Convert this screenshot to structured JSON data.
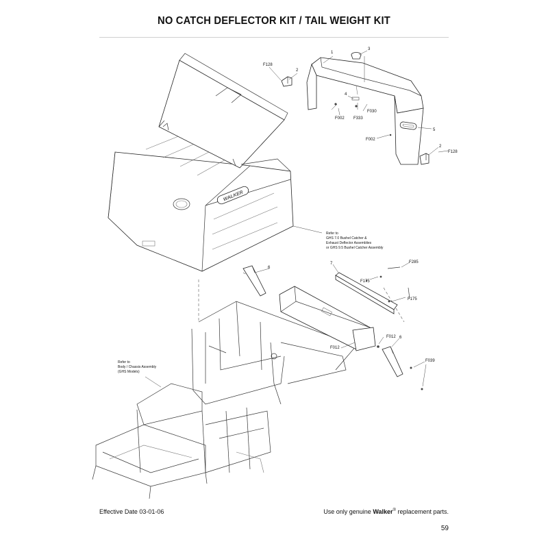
{
  "page": {
    "title": "NO CATCH DEFLECTOR KIT / TAIL WEIGHT KIT",
    "effective_date": "Effective Date 03-01-06",
    "footer_prefix": "Use only genuine",
    "brand": "Walker",
    "registered": "®",
    "footer_suffix": "replacement parts.",
    "page_number": "59"
  },
  "catcher": {
    "logo": "WALKER"
  },
  "notes": {
    "catcher_ref": [
      "Refer to",
      "GHS 7.0 Bushel Catcher &",
      "Exhaust Deflector Assemblies",
      "or GHS 9.5 Bushel Catcher Assembly"
    ],
    "chassis_ref": [
      "Refer to",
      "Body / Chassis Assembly",
      "(GHS Models)"
    ]
  },
  "callouts": {
    "c1": "1",
    "c2a": "2",
    "c2b": "2",
    "c3": "3",
    "c4": "4",
    "c5": "5",
    "c6a": "6",
    "c6b": "6",
    "c7": "7",
    "f128a": "F128",
    "f128b": "F128",
    "f030": "F030",
    "f333": "F333",
    "f002a": "F002",
    "f002b": "F002",
    "f285": "F285",
    "f175a": "F175",
    "f175b": "F175",
    "f012a": "F012",
    "f012b": "F012",
    "f039": "F039"
  }
}
